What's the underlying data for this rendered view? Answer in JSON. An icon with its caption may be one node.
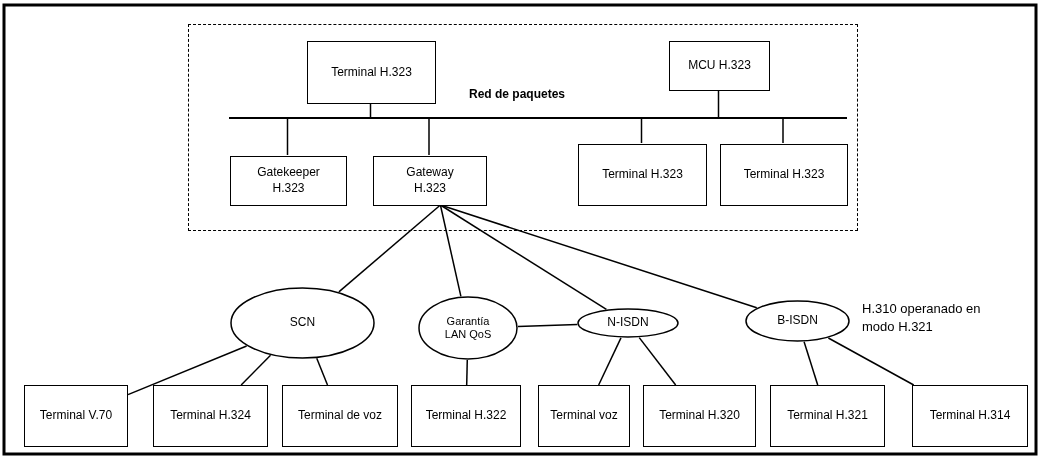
{
  "diagram": {
    "nodes": [
      {
        "text": [],
        "shape": "box"
      },
      {
        "text": [
          "Terminal H.323"
        ],
        "in": 0
      },
      {
        "text": [
          "MCU H.323"
        ],
        "in": 0
      },
      {
        "text": [
          "Red de paquetes"
        ],
        "in": 0
      },
      {
        "text": [
          "Gatekeeper H.323"
        ],
        "in": 0
      },
      {
        "text": [
          "Gateway H.323"
        ],
        "in": 0
      },
      {
        "text": [
          "Terminal H.323"
        ],
        "in": 0
      },
      {
        "text": [
          "Terminal H.323"
        ],
        "in": 0
      },
      {
        "text": [
          "SCN"
        ]
      },
      {
        "text": [
          "Garantía LAN QoS"
        ]
      },
      {
        "text": [
          "N-ISDN"
        ]
      },
      {
        "text": [
          "B-ISDN"
        ],
        "beside": [
          "H.310 operanado en modo H.321"
        ]
      },
      {
        "text": [
          "Terminal V.70"
        ]
      },
      {
        "text": [
          "Terminal H.324"
        ]
      },
      {
        "text": [
          "Terminal de voz"
        ]
      },
      {
        "text": [
          "Terminal H.322"
        ]
      },
      {
        "text": [
          "Terminal voz"
        ]
      },
      {
        "text": [
          "Terminal H.320"
        ]
      },
      {
        "text": [
          "Terminal H.321"
        ]
      },
      {
        "text": [
          "Terminal H.314"
        ]
      }
    ],
    "edges": [
      {
        "from": 3,
        "to": 1,
        "arrow": "none"
      },
      {
        "from": 3,
        "to": 2,
        "arrow": "none"
      },
      {
        "from": 3,
        "to": 4,
        "arrow": "none"
      },
      {
        "from": 3,
        "to": 5,
        "arrow": "none"
      },
      {
        "from": 3,
        "to": 6,
        "arrow": "none"
      },
      {
        "from": 3,
        "to": 7,
        "arrow": "none"
      },
      {
        "from": 5,
        "to": 8,
        "arrow": "none"
      },
      {
        "from": 5,
        "to": 9,
        "arrow": "none"
      },
      {
        "from": 5,
        "to": 10,
        "arrow": "none"
      },
      {
        "from": 5,
        "to": 11,
        "arrow": "none"
      },
      {
        "from": 9,
        "to": 10,
        "arrow": "none"
      },
      {
        "from": 8,
        "to": 12,
        "arrow": "none"
      },
      {
        "from": 8,
        "to": 13,
        "arrow": "none"
      },
      {
        "from": 8,
        "to": 14,
        "arrow": "none"
      },
      {
        "from": 9,
        "to": 15,
        "arrow": "none"
      },
      {
        "from": 10,
        "to": 16,
        "arrow": "none"
      },
      {
        "from": 10,
        "to": 17,
        "arrow": "none"
      },
      {
        "from": 11,
        "to": 18,
        "arrow": "none"
      },
      {
        "from": 11,
        "to": 19,
        "arrow": "none"
      }
    ]
  }
}
